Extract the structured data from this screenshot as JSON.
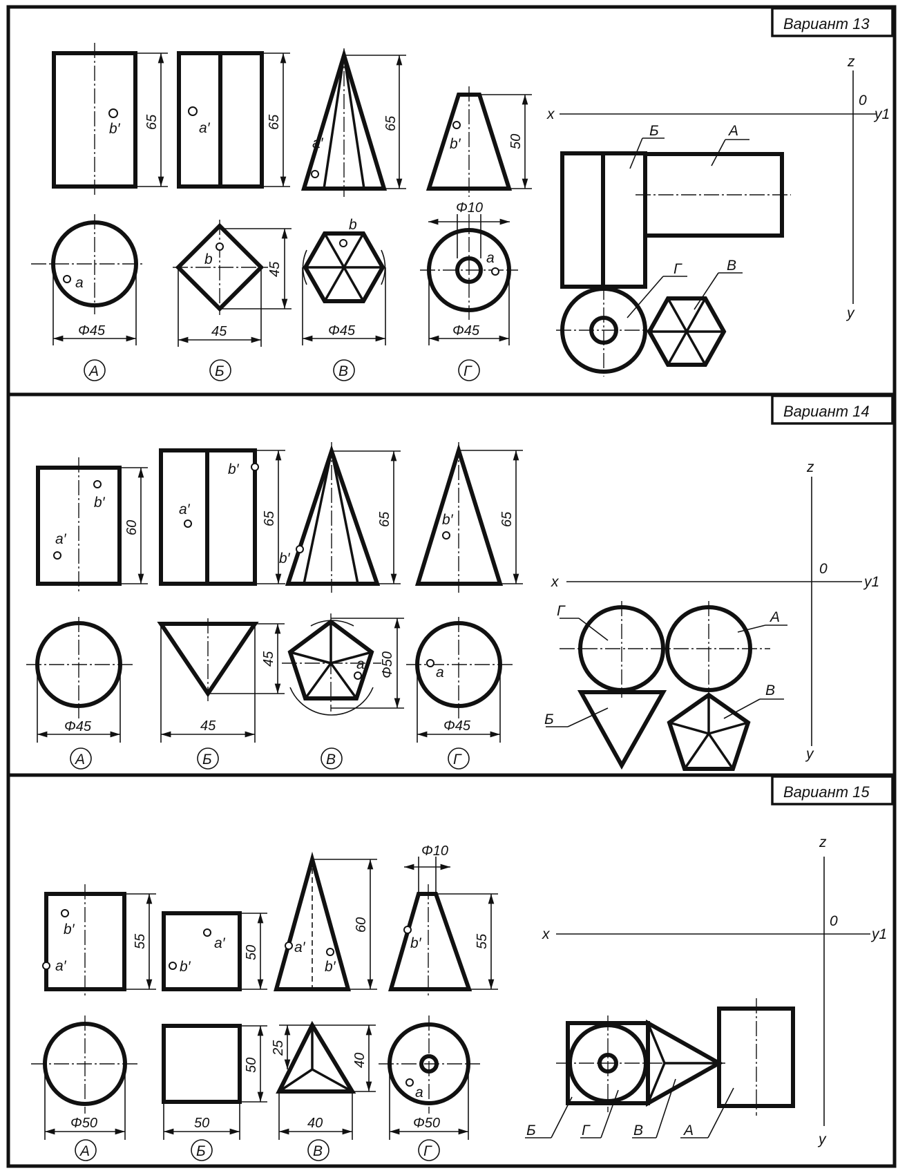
{
  "variants": [
    {
      "title": "Вариант 13",
      "labels": {
        "A": "А",
        "B": "Б",
        "V": "В",
        "G": "Г"
      },
      "dims": {
        "a_h": "65",
        "a_d": "Φ45",
        "b_h": "65",
        "b_s": "45",
        "b_w": "45",
        "v_h": "65",
        "v_d": "Φ45",
        "g_h": "50",
        "g_top": "Φ10",
        "g_d": "Φ45"
      },
      "points": {
        "a_front": "b′",
        "a_top": "a",
        "b_front": "a′",
        "b_top": "b",
        "v_front": "a′",
        "v_top": "b",
        "g_front": "b′",
        "g_top": "a"
      },
      "axes": {
        "x": "x",
        "z": "z",
        "y": "y",
        "y1": "y1",
        "o": "0"
      }
    },
    {
      "title": "Вариант 14",
      "labels": {
        "A": "А",
        "B": "Б",
        "V": "В",
        "G": "Г"
      },
      "dims": {
        "a_h": "60",
        "a_d": "Φ45",
        "b_h": "65",
        "b_s": "45",
        "b_w": "45",
        "v_h": "65",
        "v_d": "Φ50",
        "g_h": "65",
        "g_d": "Φ45"
      },
      "points": {
        "a_front_b": "b′",
        "a_front_a": "a′",
        "b_front_b": "b′",
        "b_front_a": "a′",
        "v_front": "b′",
        "v_top": "a",
        "g_front": "b′",
        "g_top": "a"
      },
      "axes": {
        "x": "x",
        "z": "z",
        "y": "y",
        "y1": "y1",
        "o": "0"
      }
    },
    {
      "title": "Вариант 15",
      "labels": {
        "A": "А",
        "B": "Б",
        "V": "В",
        "G": "Г"
      },
      "dims": {
        "a_h": "55",
        "a_d": "Φ50",
        "b_h": "50",
        "b_s": "50",
        "b_w": "50",
        "v_h": "60",
        "v_s": "40",
        "v_t": "25",
        "v_w": "40",
        "g_h": "55",
        "g_top": "Φ10",
        "g_d": "Φ50"
      },
      "points": {
        "a_front_b": "b′",
        "a_front_a": "a′",
        "b_front_a": "a′",
        "b_front_b": "b′",
        "v_front_a": "a′",
        "v_front_b": "b′",
        "g_front": "b′",
        "g_top": "a"
      },
      "axes": {
        "x": "x",
        "z": "z",
        "y": "y",
        "y1": "y1",
        "o": "0"
      }
    }
  ]
}
